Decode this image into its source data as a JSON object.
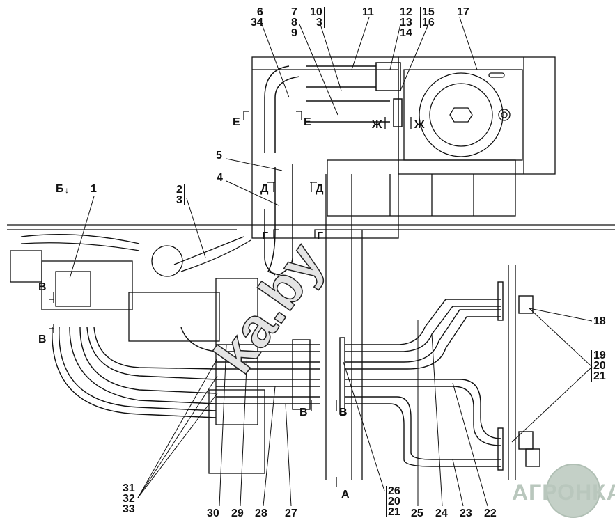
{
  "callouts": {
    "c6_34": [
      "6",
      "34"
    ],
    "c7_8_9": [
      "7",
      "8",
      "9"
    ],
    "c10_3": [
      "10",
      "3"
    ],
    "c11": "11",
    "c12_13_14": [
      "12",
      "13",
      "14"
    ],
    "c15_16": [
      "15",
      "16"
    ],
    "c17": "17",
    "c5": "5",
    "c4": "4",
    "c2_3": [
      "2",
      "3"
    ],
    "c1": "1",
    "c18": "18",
    "c19_20_21": [
      "19",
      "20",
      "21"
    ],
    "c31_32_33": [
      "31",
      "32",
      "33"
    ],
    "c30": "30",
    "c29": "29",
    "c28": "28",
    "c27": "27",
    "c26_20_21": [
      "26",
      "20",
      "21"
    ],
    "c25": "25",
    "c24": "24",
    "c23": "23",
    "c22": "22"
  },
  "section_marks": {
    "b": "Б",
    "v1": "В",
    "v2": "В",
    "v3": "В",
    "v4": "В",
    "e1": "Е",
    "e2": "Е",
    "zh1": "Ж",
    "zh2": "Ж",
    "d1": "Д",
    "d2": "Д",
    "g1": "Г",
    "g2": "Г",
    "a": "А"
  },
  "watermarks": {
    "diagonal": "ka.by",
    "logo": "АГРОНКА"
  }
}
